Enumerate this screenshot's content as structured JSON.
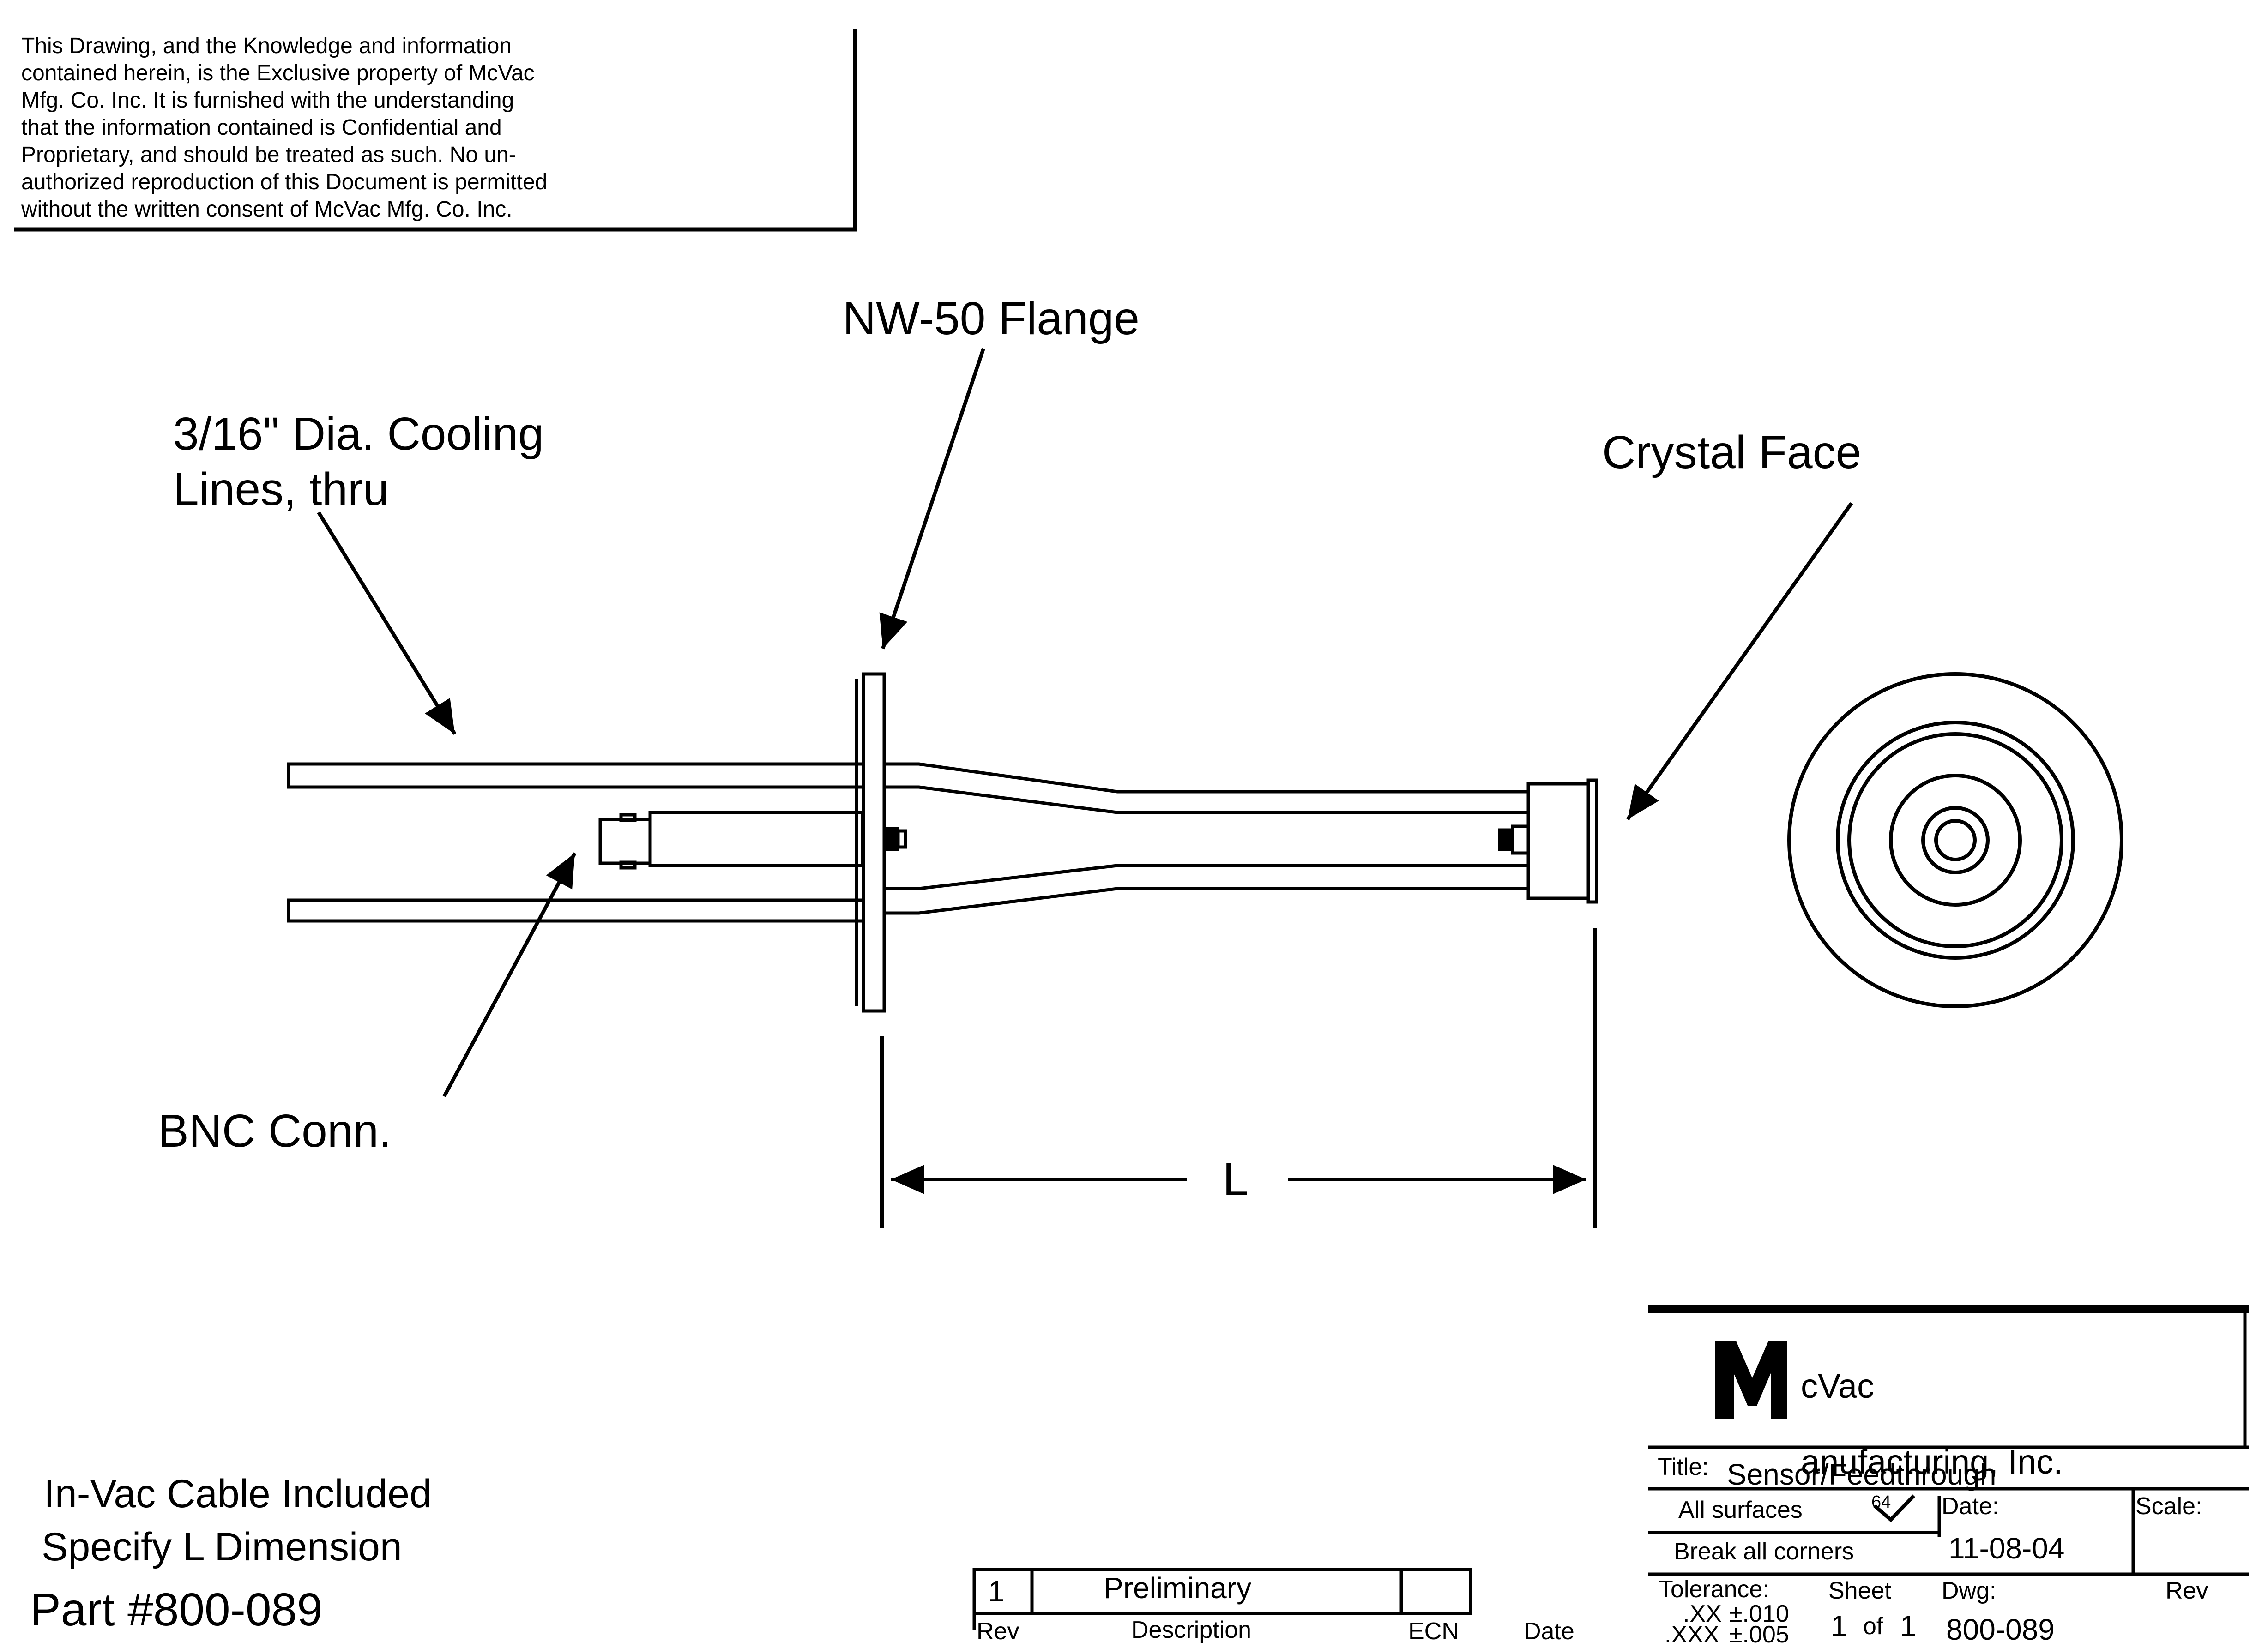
{
  "notice": {
    "text": "This Drawing, and the Knowledge and information\ncontained herein, is the Exclusive property of McVac\nMfg. Co. Inc. It is furnished with the understanding\nthat the information contained is Confidential and\nProprietary, and should be treated as such. No un-\nauthorized reproduction of this Document is permitted\nwithout the written consent of McVac Mfg. Co. Inc."
  },
  "callouts": {
    "flange": "NW-50 Flange",
    "cooling": "3/16\" Dia. Cooling\nLines, thru",
    "crystal": "Crystal Face",
    "bnc": "BNC Conn.",
    "dimension": "L"
  },
  "notes": {
    "line1": "In-Vac Cable Included",
    "line2": "Specify L Dimension",
    "part": "Part #800-089"
  },
  "title_block": {
    "company_line1": "cVac",
    "company_line2": "anufacturing, Inc.",
    "logo_letter": "M",
    "title_label": "Title:",
    "title_value": "Sensor/Feedthrough",
    "all_surfaces": "All surfaces",
    "finish_value": "64",
    "break_corners": "Break all corners",
    "date_label": "Date:",
    "date_value": "11-08-04",
    "scale_label": "Scale:",
    "tolerance_label": "Tolerance:",
    "tol_xx": ".XX",
    "tol_xx_val": "±.010",
    "tol_xxx": ".XXX",
    "tol_xxx_val": "±.005",
    "sheet_label": "Sheet",
    "sheet_num": "1",
    "sheet_of": "of",
    "sheet_total": "1",
    "dwg_label": "Dwg:",
    "dwg_value": "800-089",
    "rev_label": "Rev"
  },
  "revision_table": {
    "headers": [
      "Rev",
      "Description",
      "ECN",
      "Date"
    ],
    "rows": [
      {
        "rev": "1",
        "description": "Preliminary",
        "ecn": "",
        "date": ""
      }
    ]
  }
}
